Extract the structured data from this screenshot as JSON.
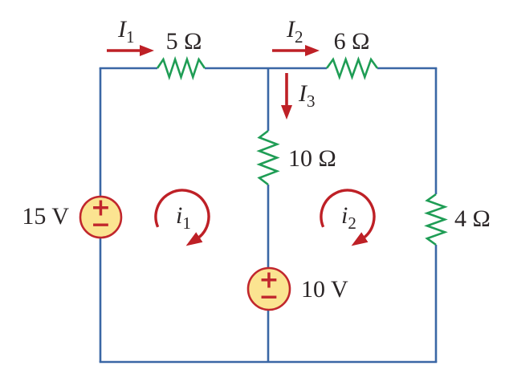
{
  "figure": {
    "type": "circuit-diagram",
    "colors": {
      "wire": "#3a67a5",
      "resistor": "#1f9d55",
      "current_arrow": "#be2026",
      "source_fill": "#fbe491",
      "source_border": "#c1272d",
      "text": "#2b2627",
      "background": "#ffffff"
    },
    "resistors": {
      "top_left": {
        "label": "5 Ω"
      },
      "top_right": {
        "label": "6 Ω"
      },
      "middle": {
        "label": "10 Ω"
      },
      "right": {
        "label": "4 Ω"
      }
    },
    "sources": {
      "left": {
        "label": "15 V",
        "plus": "+",
        "minus": "−"
      },
      "bottom": {
        "label": "10 V",
        "plus": "+",
        "minus": "−"
      }
    },
    "branch_currents": {
      "I1": {
        "symbol": "I",
        "sub": "1",
        "direction": "right"
      },
      "I2": {
        "symbol": "I",
        "sub": "2",
        "direction": "right"
      },
      "I3": {
        "symbol": "I",
        "sub": "3",
        "direction": "down"
      }
    },
    "mesh_currents": {
      "i1": {
        "symbol": "i",
        "sub": "1",
        "direction": "clockwise"
      },
      "i2": {
        "symbol": "i",
        "sub": "2",
        "direction": "clockwise"
      }
    },
    "icons": {
      "straight_arrow": "right/down red arrow",
      "mesh_arrow": "clockwise circular red arrow",
      "plus": "+",
      "minus": "−"
    }
  }
}
